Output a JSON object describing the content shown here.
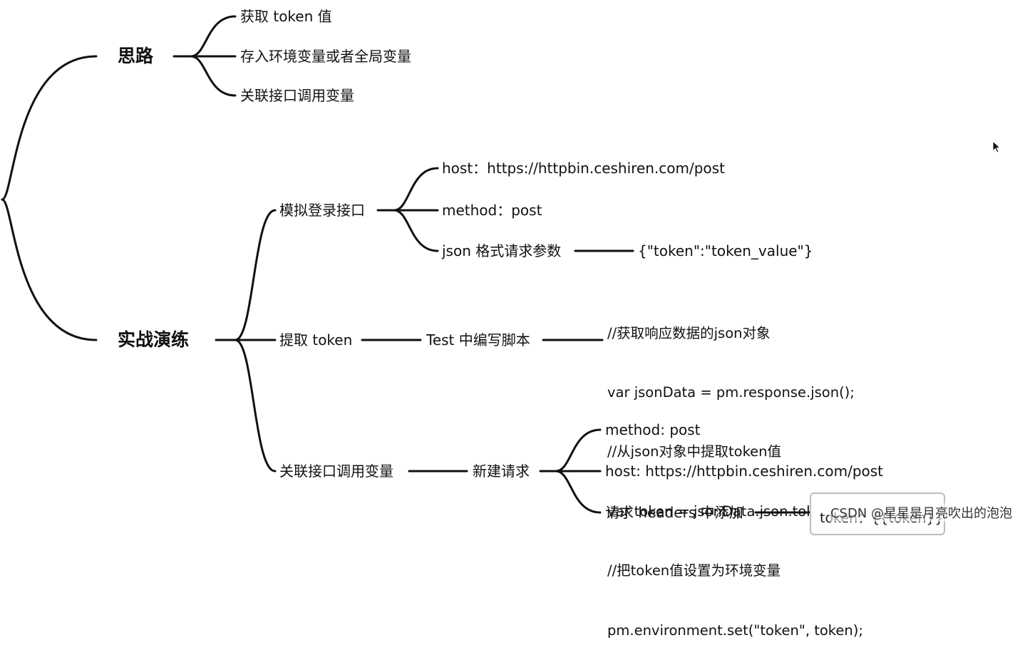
{
  "mindmap": {
    "branch1": {
      "title": "思路",
      "items": [
        "获取 token 值",
        "存入环境变量或者全局变量",
        "关联接口调用变量"
      ]
    },
    "branch2": {
      "title": "实战演练",
      "login": {
        "label": "模拟登录接口",
        "host": "host：https://httpbin.ceshiren.com/post",
        "method": "method：post",
        "json": "json 格式请求参数",
        "json_value": "{\"token\":\"token_value\"}"
      },
      "extract": {
        "label": "提取 token",
        "step": "Test 中编写脚本",
        "script_lines": [
          "//获取响应数据的json对象",
          "var jsonData = pm.response.json();",
          "//从json对象中提取token值",
          "var token = jsonData.json.token;",
          "//把token值设置为环境变量",
          "pm.environment.set(\"token\", token);"
        ]
      },
      "link": {
        "label": "关联接口调用变量",
        "step": "新建请求",
        "method": "method: post",
        "host": "host: https://httpbin.ceshiren.com/post",
        "headers": "请求 headers 中添加",
        "headers_value": "token：{{token}}"
      }
    }
  },
  "watermark": "CSDN @星星是月亮吹出的泡泡",
  "cursor_icon": "mouse-pointer-icon"
}
